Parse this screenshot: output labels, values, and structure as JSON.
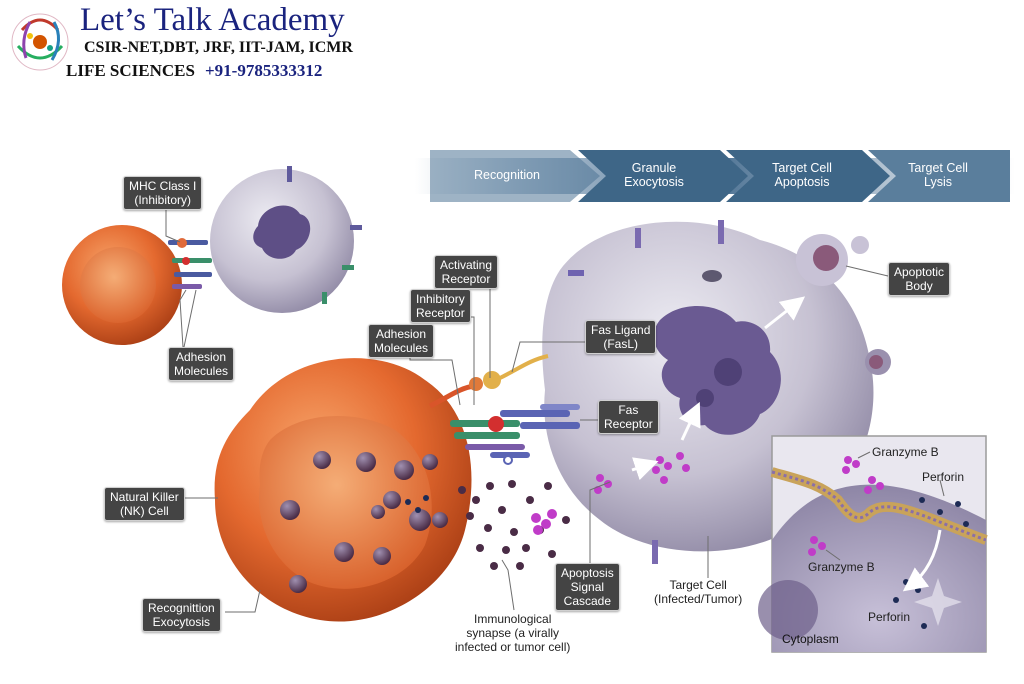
{
  "brand": {
    "title": "Let’s Talk Academy",
    "exams": "CSIR-NET,DBT, JRF, IIT-JAM, ICMR",
    "subject": "LIFE SCIENCES",
    "phone": "+91-9785333312"
  },
  "process_steps": [
    "Recognition",
    "Granule\nExocytosis",
    "Target Cell\nApoptosis",
    "Target Cell\nLysis"
  ],
  "labels": {
    "mhc_class_i": "MHC Class I\n(Inhibitory)",
    "adhesion_molecules_top": "Adhesion\nMolecules",
    "activating_receptor": "Activating\nReceptor",
    "inhibitory_receptor": "Inhibitory\nReceptor",
    "adhesion_molecules": "Adhesion\nMolecules",
    "fas_ligand": "Fas Ligand\n(FasL)",
    "fas_receptor": "Fas\nReceptor",
    "apoptotic_body": "Apoptotic\nBody",
    "nk_cell": "Natural Killer\n(NK) Cell",
    "recognition_exocytosis": "Recognittion\nExocytosis",
    "apoptosis_signal_cascade": "Apoptosis\nSignal\nCascade",
    "target_cell": "Target Cell\n(Infected/Tumor)",
    "immunological_synapse": "Immunological\nsynapse (a virally\ninfected or tumor cell)"
  },
  "inset": {
    "granzyme_b_top": "Granzyme B",
    "perforin_top": "Perforin",
    "granzyme_b_bottom": "Granzyme B",
    "perforin_bottom": "Perforin",
    "cytoplasm": "Cytoplasm"
  },
  "colors": {
    "brand_blue": "#1a237e",
    "nk_orange": "#e8703a",
    "target_lilac": "#c5c0d2",
    "nucleus_purple": "#6a5a92",
    "granzyme_magenta": "#c03cc8",
    "perforin_navy": "#1d2b55",
    "arrow_blue": "#46698c",
    "label_bg": "#444444"
  }
}
